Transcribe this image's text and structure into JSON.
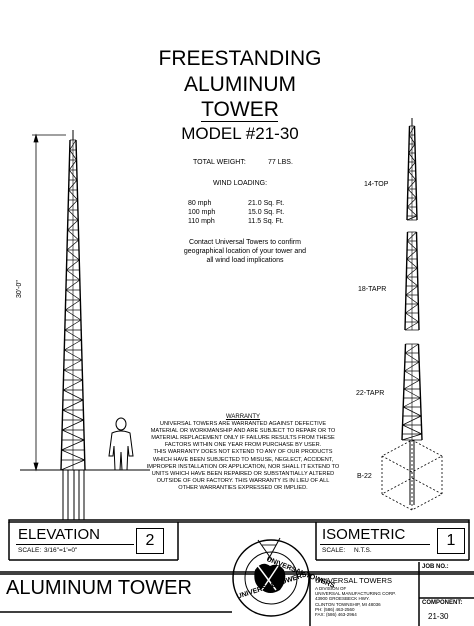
{
  "title": {
    "line1": "FREESTANDING",
    "line2": "ALUMINUM",
    "line3": "TOWER",
    "model": "MODEL #21-30"
  },
  "specs": {
    "total_weight_label": "TOTAL WEIGHT:",
    "total_weight_value": "77 LBS.",
    "wind_loading_label": "WIND LOADING:",
    "wind_rows": [
      {
        "speed": "80 mph",
        "area": "21.0 Sq. Ft."
      },
      {
        "speed": "100 mph",
        "area": "15.0 Sq. Ft."
      },
      {
        "speed": "110 mph",
        "area": "11.5 Sq. Ft."
      }
    ],
    "contact_lines": [
      "Contact Universal Towers to confirm",
      "geographical location of your tower and",
      "all wind load implications"
    ]
  },
  "dimension": {
    "height": "30'-0\""
  },
  "isometric_labels": {
    "top": "14-TOP",
    "mid": "18-TAPR",
    "low": "22-TAPR",
    "base": "B-22"
  },
  "warranty": {
    "heading": "WARRANTY",
    "lines": [
      "UNIVERSAL TOWERS ARE WARRANTED AGAINST DEFECTIVE",
      "MATERIAL OR WORKMANSHIP AND ARE SUBJECT TO REPAIR OR TO",
      "MATERIAL REPLACEMENT ONLY IF FAILURE RESULTS FROM THESE",
      "FACTORS WITHIN ONE YEAR FROM PURCHASE BY USER.",
      "THIS WARRANTY DOES NOT EXTEND TO ANY OF OUR PRODUCTS",
      "WHICH HAVE BEEN SUBJECTED TO MISUSE, NEGLECT, ACCIDENT,",
      "IMPROPER INSTALLATION OR APPLICATION, NOR SHALL IT EXTEND TO",
      "UNITS WHICH HAVE BEEN REPAIRED OR SUBSTANTIALLY ALTERED",
      "OUTSIDE OF OUR FACTORY.  THIS WARRANTY IS IN LIEU OF ALL",
      "OTHER WARRANTIES EXPRESSED OR IMPLIED."
    ]
  },
  "elevation": {
    "label": "ELEVATION",
    "number": "2",
    "scale_label": "SCALE:",
    "scale_value": "3/16\"=1'=0\""
  },
  "isometric": {
    "label": "ISOMETRIC",
    "number": "1",
    "scale_label": "SCALE:",
    "scale_value": "N.T.S."
  },
  "title_block": {
    "drawing_title": "ALUMINUM TOWER",
    "logo_text_top": "UNIVERSAL TOWERS",
    "logo_text_bottom": "UNIVERSAL TOWERS",
    "company_name": "UNIVERSAL TOWERS",
    "company_lines": [
      "A DIVISION OF",
      "UNIVERSAL MANUFACTURING CORP.",
      "43900 GROESBECK HWY.",
      "CLINTON TOWNSHIP, MI 48036",
      "PH: (586) 463-2560",
      "FAX: (586) 463-2964"
    ],
    "job_no_label": "JOB NO.:",
    "component_label": "COMPONENT:",
    "component_value": "21-30"
  }
}
